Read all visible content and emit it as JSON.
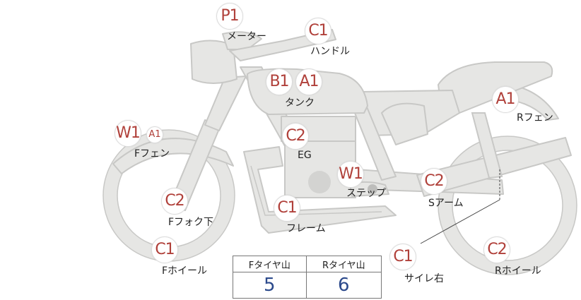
{
  "parts": [
    {
      "id": "meter",
      "code": "P1",
      "label": "メーター"
    },
    {
      "id": "handle",
      "code": "C1",
      "label": "ハンドル"
    },
    {
      "id": "tank",
      "codes": [
        "B1",
        "A1"
      ],
      "label": "タンク"
    },
    {
      "id": "rear-fender",
      "code": "A1",
      "label": "Rフェン"
    },
    {
      "id": "front-fender",
      "codes": [
        "W1",
        "A1"
      ],
      "label": "Fフェン"
    },
    {
      "id": "engine",
      "code": "C2",
      "label": "EG"
    },
    {
      "id": "step",
      "code": "W1",
      "label": "ステップ"
    },
    {
      "id": "swing-arm",
      "code": "C2",
      "label": "Sアーム"
    },
    {
      "id": "front-fork-lower",
      "code": "C2",
      "label": "Fフォク下"
    },
    {
      "id": "frame",
      "code": "C1",
      "label": "フレーム"
    },
    {
      "id": "front-wheel",
      "code": "C1",
      "label": "Fホイール"
    },
    {
      "id": "muffler-right",
      "code": "C1",
      "label": "サイレ右"
    },
    {
      "id": "rear-wheel",
      "code": "C2",
      "label": "Rホイール"
    }
  ],
  "tread": {
    "front_header": "Fタイヤ山",
    "rear_header": "Rタイヤ山",
    "front_value": "5",
    "rear_value": "6"
  },
  "colors": {
    "part_fill": "#e6e6e4",
    "part_stroke": "#c8c8c6",
    "code_text": "#b0403a",
    "value_text": "#2c4a8c"
  }
}
